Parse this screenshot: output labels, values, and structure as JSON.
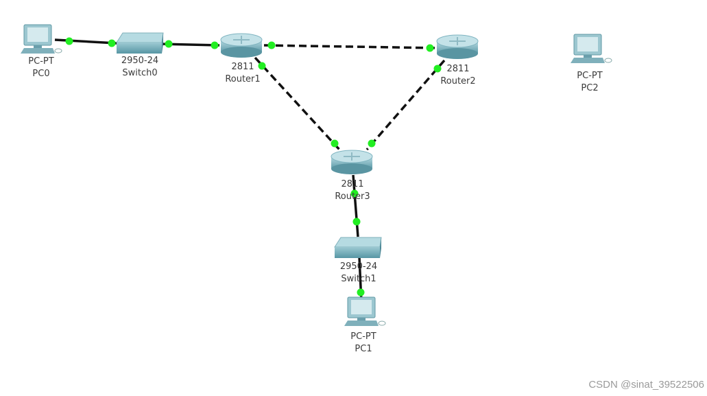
{
  "devices": [
    {
      "id": "pc0",
      "type": "pc",
      "model": "PC-PT",
      "name": "PC0"
    },
    {
      "id": "switch0",
      "type": "switch",
      "model": "2950-24",
      "name": "Switch0"
    },
    {
      "id": "router1",
      "type": "router",
      "model": "2811",
      "name": "Router1"
    },
    {
      "id": "router2",
      "type": "router",
      "model": "2811",
      "name": "Router2"
    },
    {
      "id": "pc2",
      "type": "pc",
      "model": "PC-PT",
      "name": "PC2"
    },
    {
      "id": "router3",
      "type": "router",
      "model": "2811",
      "name": "Router3"
    },
    {
      "id": "switch1",
      "type": "switch",
      "model": "2950-24",
      "name": "Switch1"
    },
    {
      "id": "pc1",
      "type": "pc",
      "model": "PC-PT",
      "name": "PC1"
    }
  ],
  "links": [
    {
      "from": "pc0",
      "to": "switch0",
      "style": "solid"
    },
    {
      "from": "switch0",
      "to": "router1",
      "style": "solid"
    },
    {
      "from": "router1",
      "to": "router2",
      "style": "dashed"
    },
    {
      "from": "router1",
      "to": "router3",
      "style": "dashed"
    },
    {
      "from": "router2",
      "to": "router3",
      "style": "dashed"
    },
    {
      "from": "router3",
      "to": "switch1",
      "style": "solid"
    },
    {
      "from": "switch1",
      "to": "pc1",
      "style": "solid"
    }
  ],
  "colors": {
    "link": "#111111",
    "port_up": "#22ee22",
    "device": "#6fb0bd"
  },
  "watermark": "CSDN @sinat_39522506"
}
